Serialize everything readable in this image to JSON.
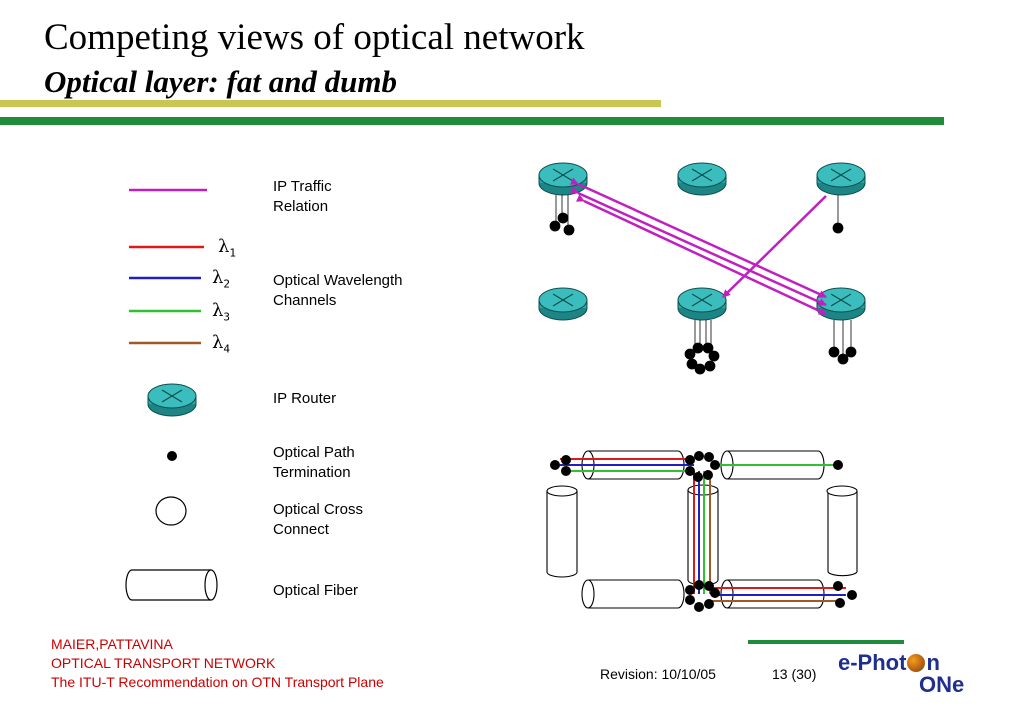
{
  "slide": {
    "title": "Competing views of optical network",
    "subtitle": "Optical layer: fat and dumb"
  },
  "legend": {
    "ip_traffic_line1": "IP Traffic",
    "ip_traffic_line2": "Relation",
    "lambda_symbol": "λ",
    "lambdas": [
      "1",
      "2",
      "3",
      "4"
    ],
    "wavelength_line1": "Optical Wavelength",
    "wavelength_line2": "Channels",
    "ip_router": "IP Router",
    "path_term_line1": "Optical Path",
    "path_term_line2": "Termination",
    "cross_connect_line1": "Optical Cross",
    "cross_connect_line2": "Connect",
    "fiber": "Optical Fiber"
  },
  "colors": {
    "ip_traffic": "#c020c0",
    "lambda1": "#e01818",
    "lambda2": "#2020c0",
    "lambda3": "#30c030",
    "lambda4": "#a05a28",
    "router": "#2aa5a5",
    "olive_bar": "#c8c850",
    "green_bar": "#1f8c3c"
  },
  "footer": {
    "author": "MAIER,PATTAVINA",
    "course": "OPTICAL TRANSPORT NETWORK",
    "topic": "The ITU-T Recommendation on OTN Transport Plane",
    "revision": "Revision: 10/10/05",
    "page": "13 (30)",
    "logo_line1": "e-Phot",
    "logo_line1b": "n",
    "logo_line2": "ONe"
  }
}
